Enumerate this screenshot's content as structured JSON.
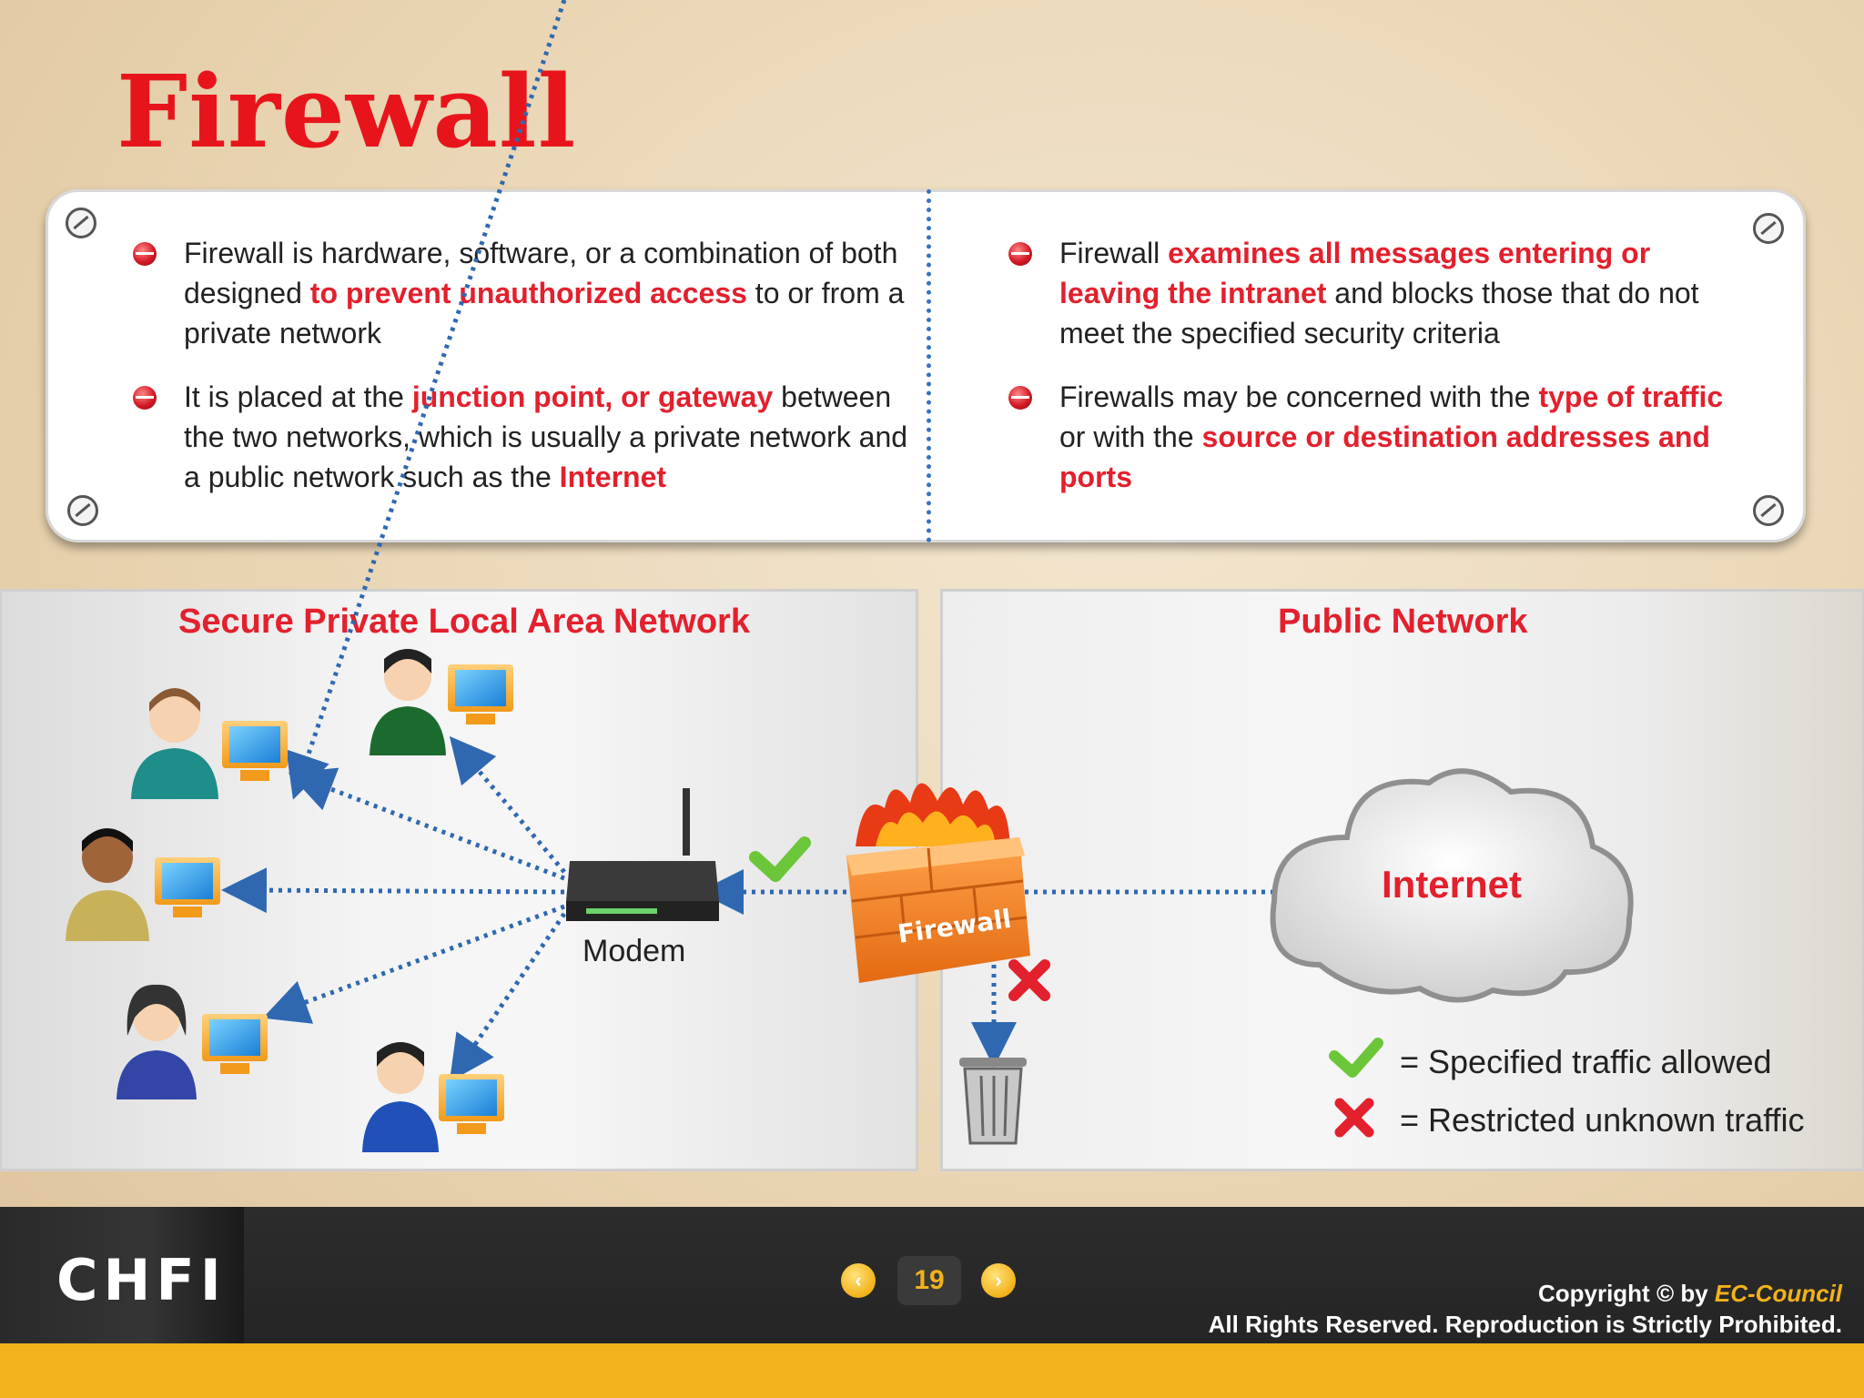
{
  "slide": {
    "title": "Firewall",
    "left_bullets": [
      {
        "parts": [
          {
            "t": "Firewall is  hardware, software, or a combination of both designed ",
            "hl": false
          },
          {
            "t": "to prevent unauthorized access",
            "hl": true
          },
          {
            "t": " to or from a private network",
            "hl": false
          }
        ]
      },
      {
        "parts": [
          {
            "t": "It is placed at the ",
            "hl": false
          },
          {
            "t": "junction point, or gateway",
            "hl": true
          },
          {
            "t": " between the two networks, which is usually a private network and a public network such as the ",
            "hl": false
          },
          {
            "t": "Internet",
            "hl": true
          }
        ]
      }
    ],
    "right_bullets": [
      {
        "parts": [
          {
            "t": "Firewall ",
            "hl": false
          },
          {
            "t": "examines all messages entering or leaving the intranet",
            "hl": true
          },
          {
            "t": " and blocks those that do not meet the specified security criteria",
            "hl": false
          }
        ]
      },
      {
        "parts": [
          {
            "t": "Firewalls may be concerned with the ",
            "hl": false
          },
          {
            "t": "type of traffic",
            "hl": true
          },
          {
            "t": " or with the ",
            "hl": false
          },
          {
            "t": "source or destination addresses and ports",
            "hl": true
          }
        ]
      }
    ]
  },
  "diagram": {
    "left_panel_title": "Secure Private Local Area Network",
    "right_panel_title": "Public Network",
    "modem_label": "Modem",
    "firewall_label": "Firewall",
    "internet_label": "Internet",
    "legend": {
      "allowed": "= Specified traffic allowed",
      "restricted": "= Restricted unknown traffic"
    },
    "icons": [
      "user-computer-icon",
      "router-icon",
      "firewall-icon",
      "cloud-icon",
      "trash-icon",
      "checkmark-icon",
      "cross-icon"
    ],
    "colors": {
      "accent": "#e3202d",
      "link": "#3a72b8",
      "footer_band": "#f2b21b"
    }
  },
  "footer": {
    "logo": "CHFI",
    "page_number": "19",
    "prev_icon": "chevron-left-icon",
    "next_icon": "chevron-right-icon",
    "copyright_line1": "Copyright © by ",
    "brand": "EC-Council",
    "copyright_line2": "All Rights Reserved. Reproduction is Strictly Prohibited."
  }
}
